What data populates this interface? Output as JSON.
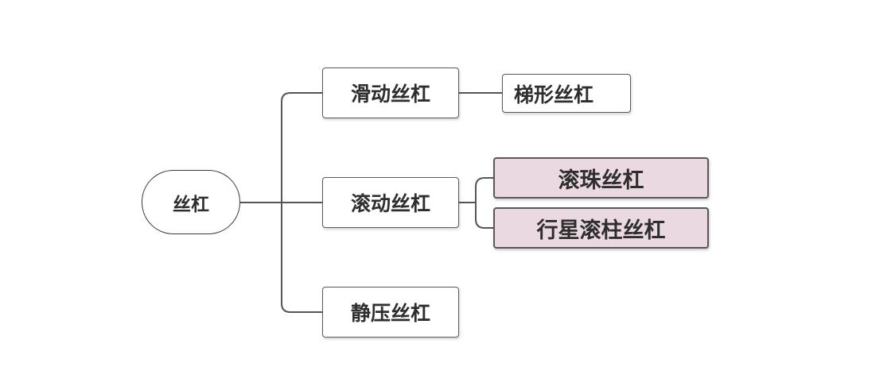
{
  "diagram": {
    "root": {
      "label": "丝杠"
    },
    "branches": [
      {
        "label": "滑动丝杠",
        "children": [
          {
            "label": "梯形丝杠",
            "highlighted": false
          }
        ]
      },
      {
        "label": "滚动丝杠",
        "children": [
          {
            "label": "滚珠丝杠",
            "highlighted": true
          },
          {
            "label": "行星滚柱丝杠",
            "highlighted": true
          }
        ]
      },
      {
        "label": "静压丝杠",
        "children": []
      }
    ],
    "colors": {
      "highlight_fill": "#ead9e1",
      "line": "#555555",
      "text": "#2e2e2e"
    }
  }
}
